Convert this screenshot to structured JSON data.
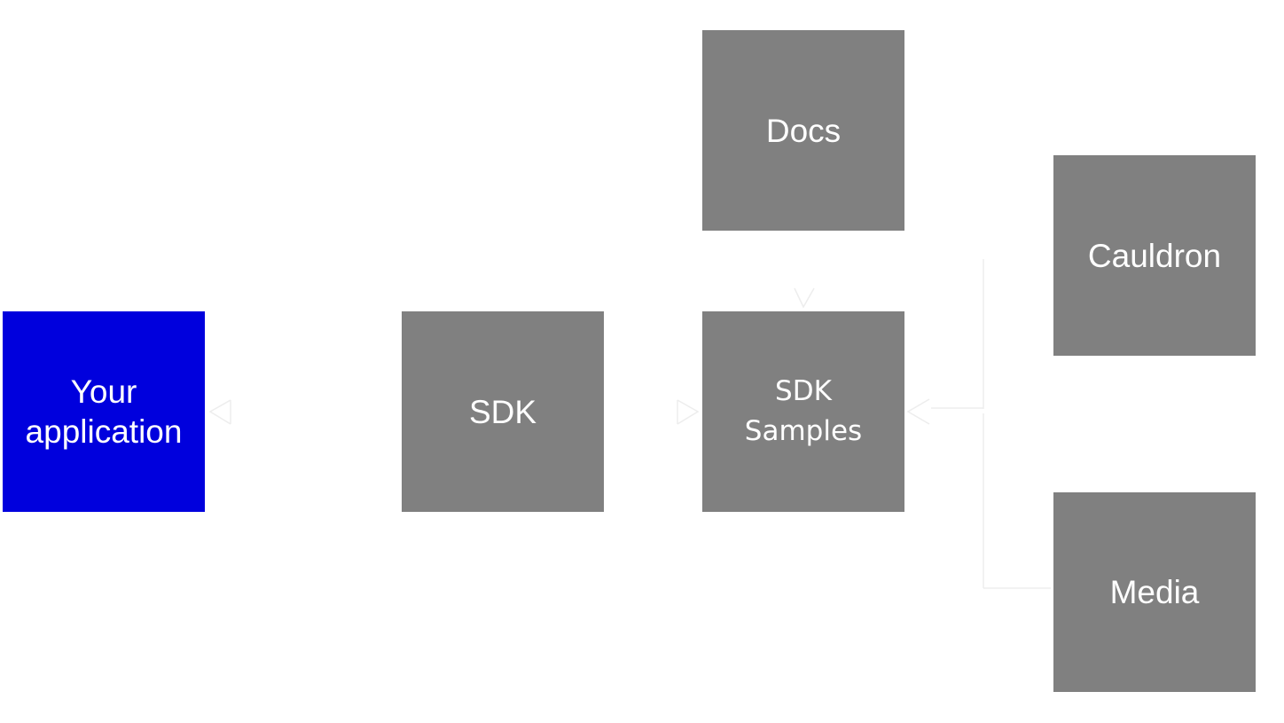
{
  "nodes": {
    "app": {
      "line1": "Your",
      "line2": "application",
      "color": "#0000dd"
    },
    "sdk": {
      "label": "SDK",
      "color": "#808080"
    },
    "samples": {
      "line1": "SDK",
      "line2": "Samples",
      "color": "#808080"
    },
    "docs": {
      "label": "Docs",
      "color": "#808080"
    },
    "cauldron": {
      "label": "Cauldron",
      "color": "#808080"
    },
    "media": {
      "label": "Media",
      "color": "#808080"
    }
  },
  "edges": [
    {
      "from": "sdk",
      "to": "app"
    },
    {
      "from": "sdk",
      "to": "samples"
    },
    {
      "from": "docs",
      "to": "samples"
    },
    {
      "from": "cauldron",
      "to": "samples"
    },
    {
      "from": "media",
      "to": "samples"
    }
  ],
  "edge_color": "#ededed"
}
